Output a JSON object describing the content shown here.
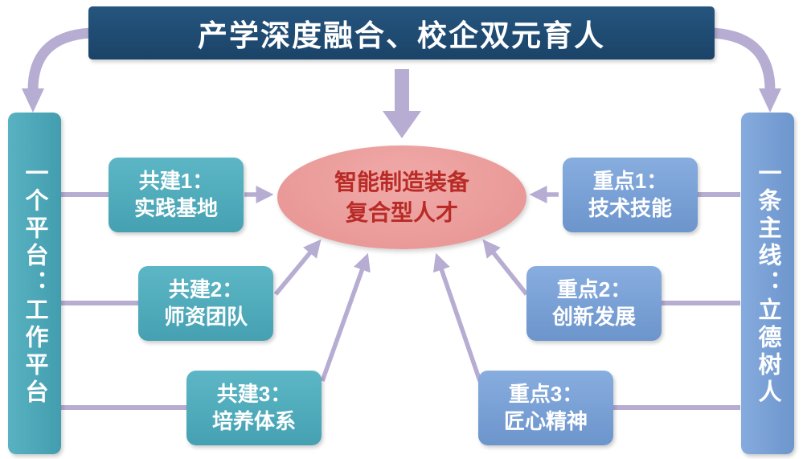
{
  "banner": {
    "title": "产学深度融合、校企双元育人"
  },
  "center_ellipse": {
    "line1": "智能制造装备",
    "line2": "复合型人才"
  },
  "left_bar": {
    "label": "一个平台：工作平台"
  },
  "right_bar": {
    "label": "一条主线：立德树人"
  },
  "left_boxes": [
    {
      "line1": "共建1：",
      "line2": "实践基地"
    },
    {
      "line1": "共建2：",
      "line2": "师资团队"
    },
    {
      "line1": "共建3：",
      "line2": "培养体系"
    }
  ],
  "right_boxes": [
    {
      "line1": "重点1：",
      "line2": "技术技能"
    },
    {
      "line1": "重点2：",
      "line2": "创新发展"
    },
    {
      "line1": "重点3：",
      "line2": "匠心精神"
    }
  ],
  "colors": {
    "banner_bg": "#1E4C74",
    "teal": "#4BA9BA",
    "blue": "#7AA2D8",
    "arrow": "#B7ACD2",
    "ellipse_fill": "#EA9C9B",
    "ellipse_text": "#B82B27"
  }
}
